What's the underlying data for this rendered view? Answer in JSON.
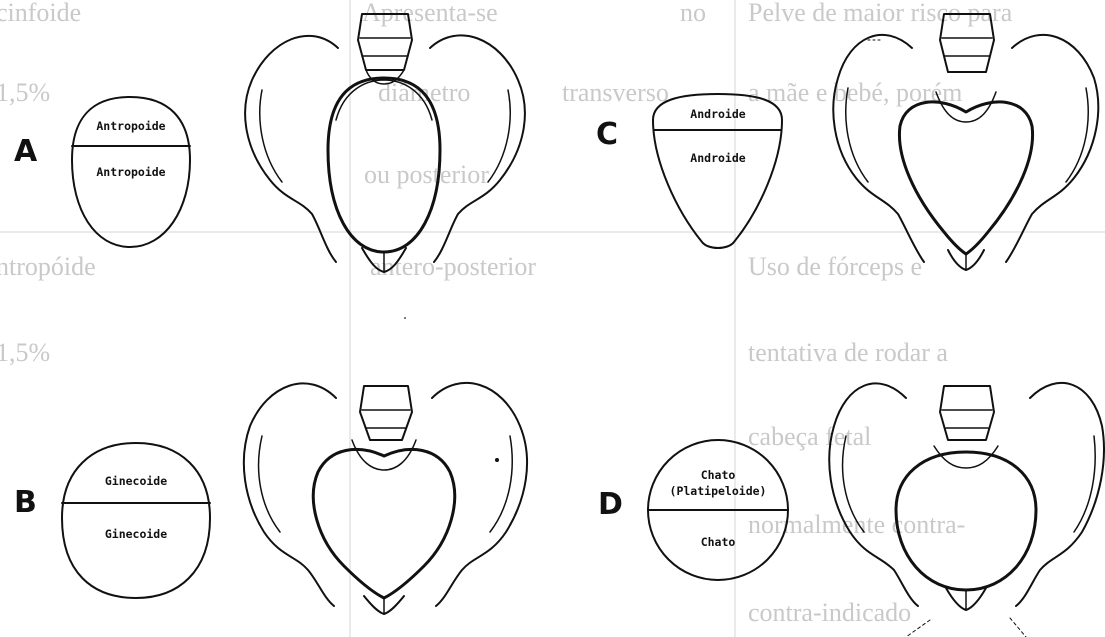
{
  "background_text": {
    "row1_col1": "cinfoide",
    "row1_col2": "Apresenta-se",
    "row1_col3": "no",
    "row1_col4": "Pelve de maior risco para",
    "row2_col1": "1,5%",
    "row2_col2": "diâmetro",
    "row2_col3": "transverso",
    "row2_col4": "a mãe e bebé, porém",
    "row3_col2": "ou posterior",
    "row4_col1": "ntropóide",
    "row4_col2": "antero-posterior",
    "row4_col3": "Uso de fórceps e",
    "row5_col1": "1,5%",
    "row5_col3": "tentativa de rodar a",
    "row6_col3": "cabeça fetal",
    "row7_col3": "normalmente contra-",
    "row8_col3": "contra-indicado"
  },
  "panels": [
    {
      "letter": "A",
      "top_label": "Antropoide",
      "bottom_label": "Antropoide"
    },
    {
      "letter": "B",
      "top_label": "Ginecoide",
      "bottom_label": "Ginecoide"
    },
    {
      "letter": "C",
      "top_label": "Androide",
      "bottom_label": "Androide"
    },
    {
      "letter": "D",
      "top_label": "Chato (Platipeloide)",
      "top_label_line1": "Chato",
      "top_label_line2": "(Platipeloide)",
      "bottom_label": "Chato"
    }
  ],
  "colors": {
    "ink": "#111111",
    "faded_text": "#c9c9c9",
    "background": "#ffffff"
  }
}
